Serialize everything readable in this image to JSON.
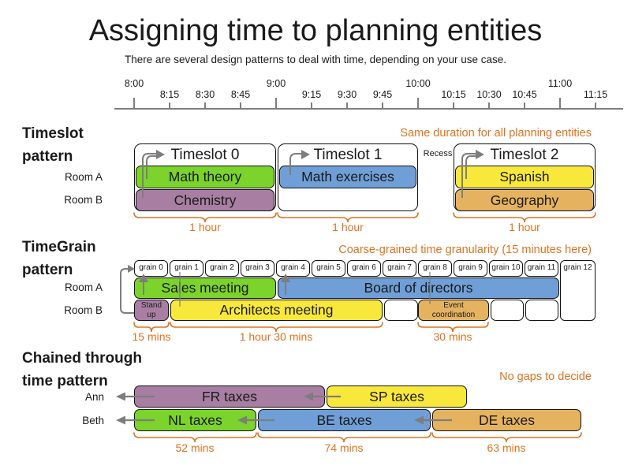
{
  "title": "Assigning time to planning entities",
  "subtitle": "There are several design patterns to deal with time, depending on your use case.",
  "timeline": {
    "major_ticks": [
      "8:00",
      "9:00",
      "10:00",
      "11:00"
    ],
    "minor_ticks": [
      "8:15",
      "8:30",
      "8:45",
      "9:15",
      "9:30",
      "9:45",
      "10:15",
      "10:30",
      "10:45",
      "11:15"
    ]
  },
  "timeslot_section": {
    "label_line1": "Timeslot",
    "label_line2": "pattern",
    "note": "Same duration for all planning entities",
    "row_a": "Room A",
    "row_b": "Room B",
    "recess": "Recess",
    "slots": [
      {
        "title": "Timeslot 0",
        "row_a": "Math theory",
        "row_b": "Chemistry",
        "duration": "1 hour"
      },
      {
        "title": "Timeslot 1",
        "row_a": "Math exercises",
        "duration": "1 hour"
      },
      {
        "title": "Timeslot 2",
        "row_a": "Spanish",
        "row_b": "Geography",
        "duration": "1 hour"
      }
    ]
  },
  "timegrain_section": {
    "label_line1": "TimeGrain",
    "label_line2": "pattern",
    "note": "Coarse-grained time granularity (15 minutes here)",
    "row_a": "Room A",
    "row_b": "Room B",
    "grains": [
      "grain 0",
      "grain 1",
      "grain 2",
      "grain 3",
      "grain 4",
      "grain 5",
      "grain 6",
      "grain 7",
      "grain 8",
      "grain 9",
      "grain 10",
      "grain 11",
      "grain 12"
    ],
    "events": {
      "sales": "Sales meeting",
      "board": "Board of directors",
      "standup": "Stand\nup",
      "architects": "Architects meeting",
      "event_coord": "Event\ncoordination"
    },
    "durations": {
      "standup": "15 mins",
      "architects": "1 hour 30 mins",
      "event_coord": "30 mins"
    }
  },
  "chained_section": {
    "label_line1": "Chained through",
    "label_line2": "time pattern",
    "note": "No gaps to decide",
    "row_a": "Ann",
    "row_b": "Beth",
    "tasks": {
      "fr": "FR taxes",
      "sp": "SP taxes",
      "nl": "NL taxes",
      "be": "BE taxes",
      "de": "DE taxes"
    },
    "durations": {
      "nl": "52 mins",
      "be": "74 mins",
      "de": "63 mins"
    }
  },
  "colors": {
    "green": "#7bd32b",
    "purple": "#a87fa2",
    "blue": "#6f9fd6",
    "yellow": "#f8e83c",
    "tan": "#e5b360",
    "orange_text": "#de7321",
    "arrow_gray": "#7d7d7d",
    "border": "#111111"
  }
}
